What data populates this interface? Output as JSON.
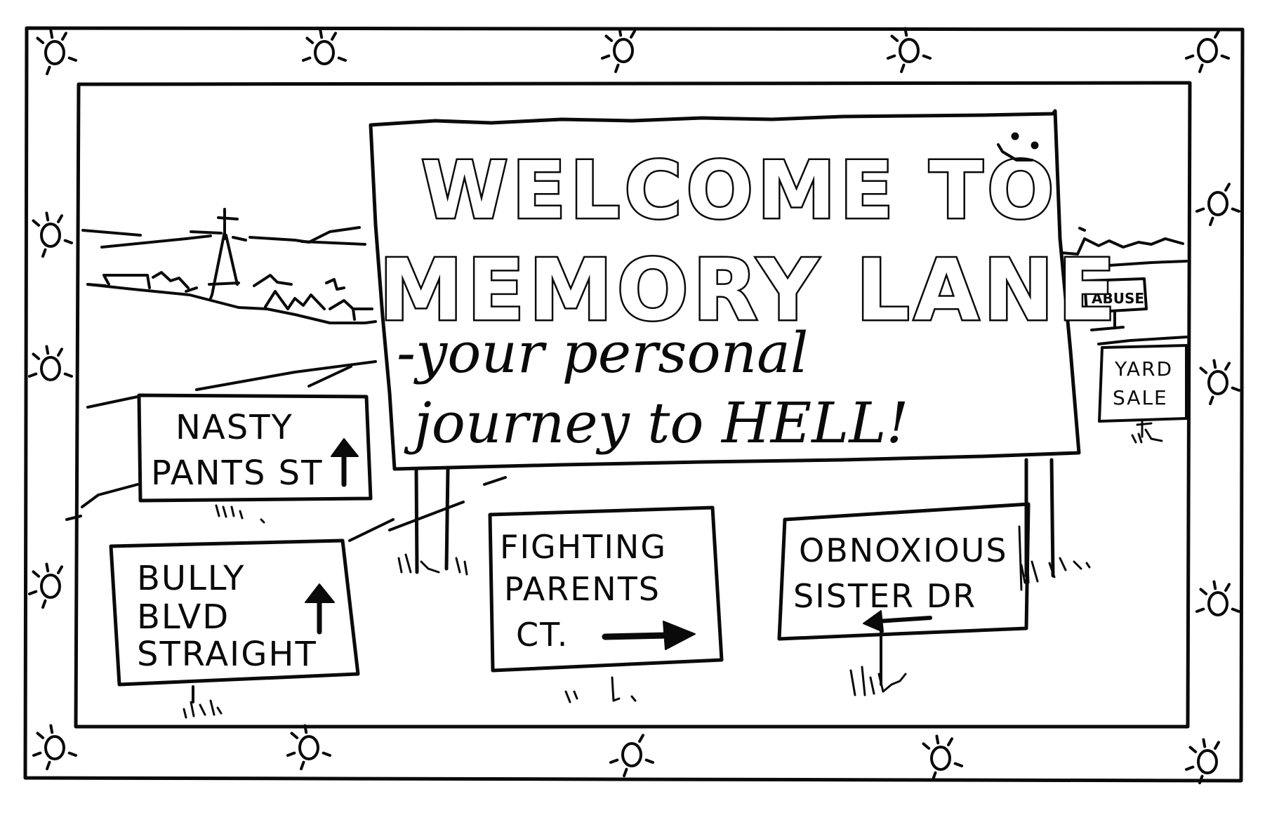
{
  "title": "Welcome to Memory Lane cartoon",
  "colors": {
    "ink": "#0a0a0a",
    "paper": "#ffffff"
  },
  "main_sign": {
    "line1": "WELCOME TO",
    "line2": "MEMORY LANE",
    "line3": "-your personal",
    "line4": "journey to HELL!",
    "decoration": "smiley-face"
  },
  "street_signs": [
    {
      "id": "nasty-pants",
      "lines": [
        "NASTY",
        "PANTS ST"
      ],
      "arrow": "up"
    },
    {
      "id": "bully-blvd",
      "lines": [
        "BULLY",
        "BLVD",
        "STRAIGHT"
      ],
      "arrow": "up"
    },
    {
      "id": "fighting-parents",
      "lines": [
        "FIGHTING",
        "PARENTS",
        "CT."
      ],
      "arrow": "right"
    },
    {
      "id": "obnoxious-sister",
      "lines": [
        "OBNOXIOUS",
        "SISTER DR"
      ],
      "arrow": "left"
    }
  ],
  "background_signs": [
    {
      "id": "abuse",
      "text": "ABUSE"
    },
    {
      "id": "yard-sale",
      "lines": [
        "YARD",
        "SALE"
      ]
    }
  ],
  "border": {
    "decoration": "sun-icon",
    "count": 16
  }
}
